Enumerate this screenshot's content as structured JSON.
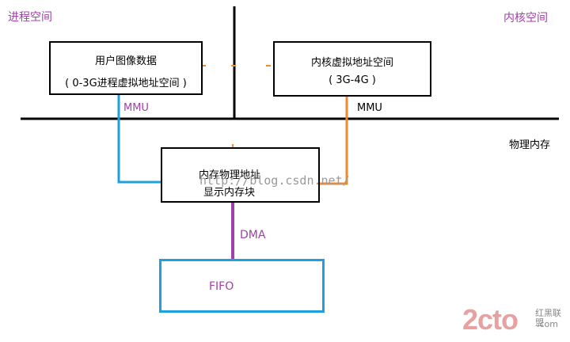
{
  "labels": {
    "process_space": "进程空间",
    "kernel_space": "内核空间",
    "physical_memory": "物理内存"
  },
  "boxes": {
    "user_image": {
      "line1": "用户图像数据",
      "line2": "( 0-3G进程虚拟地址空间 )"
    },
    "kernel_virtual": {
      "line1": "内核虚拟地址空间",
      "line2": "( 3G-4G )"
    },
    "physical_addr": {
      "line1": "内存物理地址",
      "line2": "显示内存块"
    },
    "fifo": {
      "label": "FIFO"
    }
  },
  "links": {
    "mmu_left": "MMU",
    "mmu_right": "MMU",
    "dma": "DMA"
  },
  "watermark": "http://blog.csdn.net/",
  "logo": {
    "mark": "2cto",
    "suffix": ".com",
    "tagline": "红黑联盟"
  },
  "colors": {
    "purple": "#a040a8",
    "blue": "#1ea0dc",
    "orange": "#f08a30",
    "black": "#000000"
  }
}
